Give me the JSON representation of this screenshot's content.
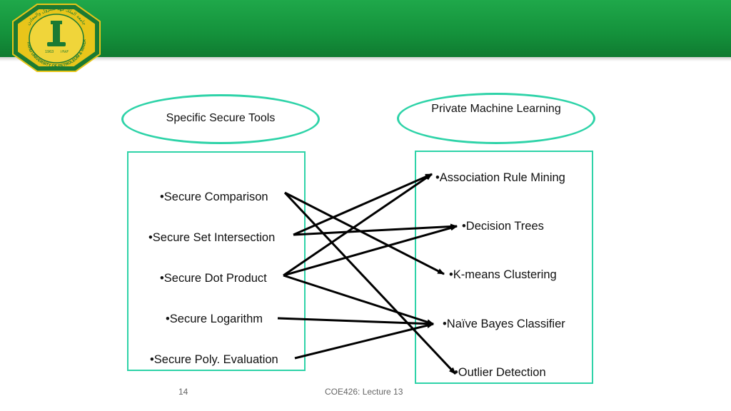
{
  "logo": {
    "top_text": "جامعة الملك فهد للبترول والمعادن",
    "bottom_text": "KING FAHD UNIVERSITY OF PETROLEUM & MINERALS",
    "year_left": "1963",
    "year_right": "١٣٨٣"
  },
  "left": {
    "title": "Specific Secure Tools",
    "items": [
      "•Secure Comparison",
      "•Secure Set Intersection",
      "•Secure Dot Product",
      "•Secure Logarithm",
      "•Secure Poly. Evaluation"
    ]
  },
  "right": {
    "title": "Private Machine Learning",
    "items": [
      "•Association Rule Mining",
      "•Decision Trees",
      "•K-means Clustering",
      "•Naïve Bayes Classifier",
      "•Outlier Detection"
    ]
  },
  "links": [
    {
      "from": 0,
      "to": 2
    },
    {
      "from": 0,
      "to": 4
    },
    {
      "from": 1,
      "to": 0
    },
    {
      "from": 1,
      "to": 1
    },
    {
      "from": 2,
      "to": 0
    },
    {
      "from": 2,
      "to": 1
    },
    {
      "from": 2,
      "to": 3
    },
    {
      "from": 3,
      "to": 3
    },
    {
      "from": 4,
      "to": 3
    }
  ],
  "footer": {
    "page": "14",
    "course": "COE426: Lecture 13"
  },
  "colors": {
    "banner": "#14913b",
    "accent": "#2ed3a8",
    "logo_gold": "#e8c51a",
    "logo_green": "#1b7a33"
  }
}
